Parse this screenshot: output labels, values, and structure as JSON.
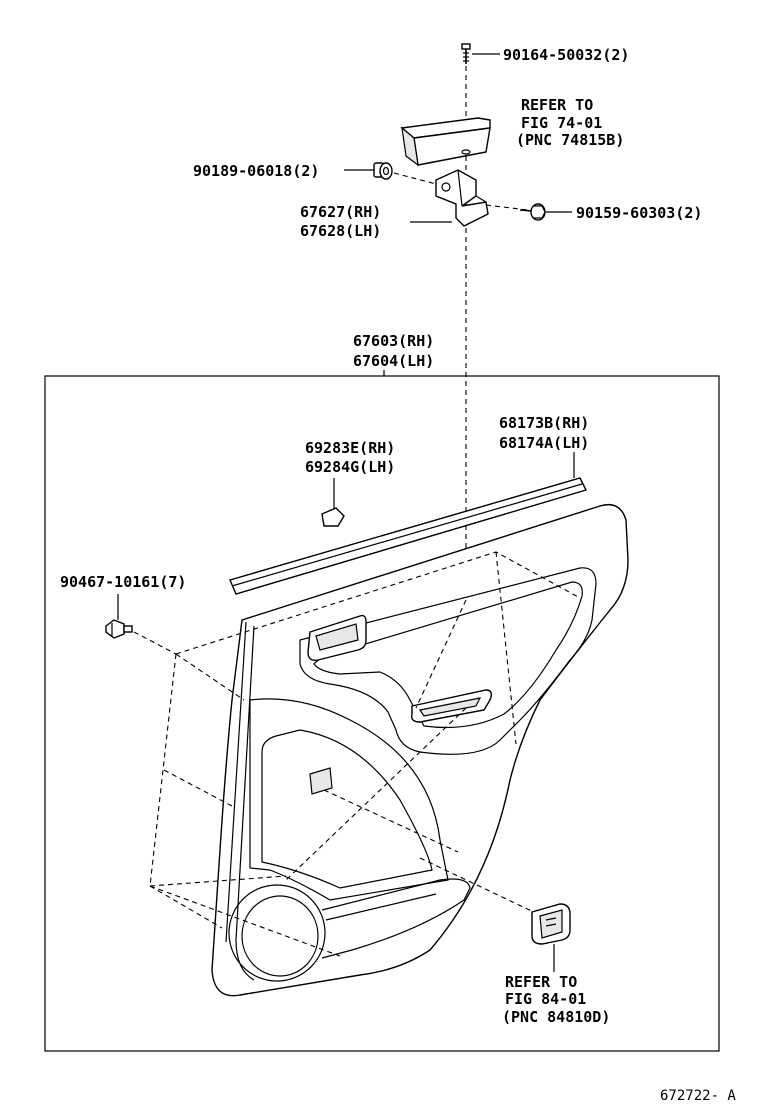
{
  "parts": {
    "screw_top": "90164-50032(2)",
    "refer_top": [
      "REFER TO",
      "FIG 74-01",
      "(PNC 74815B)"
    ],
    "clip_left": "90189-06018(2)",
    "bracket": [
      "67627(RH)",
      "67628(LH)"
    ],
    "screw_right": "90159-60303(2)",
    "panel": [
      "67603(RH)",
      "67604(LH)"
    ],
    "weatherstrip": [
      "68173B(RH)",
      "68174A(LH)"
    ],
    "cover": [
      "69283E(RH)",
      "69284G(LH)"
    ],
    "clip_panel": "90467-10161(7)",
    "refer_bottom": [
      "REFER TO",
      "FIG 84-01",
      "(PNC 84810D)"
    ]
  },
  "figure_id": "672722- A"
}
